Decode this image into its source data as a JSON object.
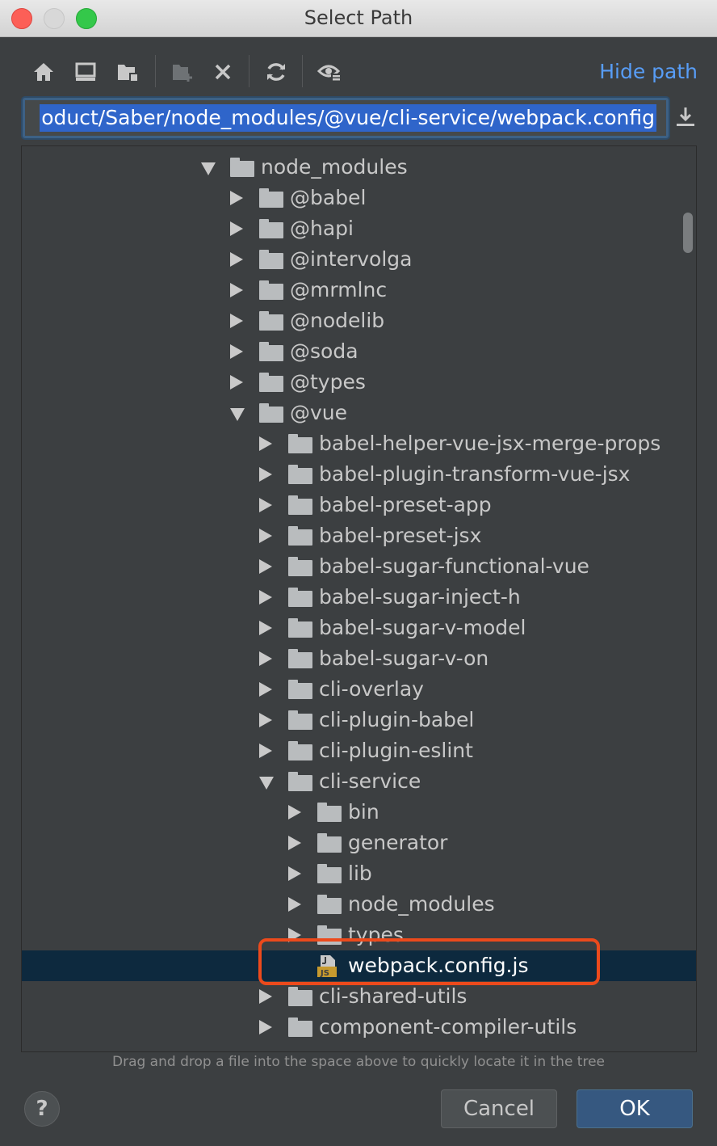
{
  "window": {
    "title": "Select Path"
  },
  "toolbar": {
    "icons": [
      "home-icon",
      "desktop-icon",
      "project-icon",
      "new-folder-icon",
      "delete-icon",
      "refresh-icon",
      "show-hidden-icon"
    ],
    "hide_path_label": "Hide path"
  },
  "path": {
    "value": "oduct/Saber/node_modules/@vue/cli-service/webpack.config"
  },
  "tree": {
    "items": [
      {
        "label": "node_modules",
        "depth": 0,
        "state": "expanded",
        "type": "folder"
      },
      {
        "label": "@babel",
        "depth": 1,
        "state": "collapsed",
        "type": "folder"
      },
      {
        "label": "@hapi",
        "depth": 1,
        "state": "collapsed",
        "type": "folder"
      },
      {
        "label": "@intervolga",
        "depth": 1,
        "state": "collapsed",
        "type": "folder"
      },
      {
        "label": "@mrmlnc",
        "depth": 1,
        "state": "collapsed",
        "type": "folder"
      },
      {
        "label": "@nodelib",
        "depth": 1,
        "state": "collapsed",
        "type": "folder"
      },
      {
        "label": "@soda",
        "depth": 1,
        "state": "collapsed",
        "type": "folder"
      },
      {
        "label": "@types",
        "depth": 1,
        "state": "collapsed",
        "type": "folder"
      },
      {
        "label": "@vue",
        "depth": 1,
        "state": "expanded",
        "type": "folder"
      },
      {
        "label": "babel-helper-vue-jsx-merge-props",
        "depth": 2,
        "state": "collapsed",
        "type": "folder"
      },
      {
        "label": "babel-plugin-transform-vue-jsx",
        "depth": 2,
        "state": "collapsed",
        "type": "folder"
      },
      {
        "label": "babel-preset-app",
        "depth": 2,
        "state": "collapsed",
        "type": "folder"
      },
      {
        "label": "babel-preset-jsx",
        "depth": 2,
        "state": "collapsed",
        "type": "folder"
      },
      {
        "label": "babel-sugar-functional-vue",
        "depth": 2,
        "state": "collapsed",
        "type": "folder"
      },
      {
        "label": "babel-sugar-inject-h",
        "depth": 2,
        "state": "collapsed",
        "type": "folder"
      },
      {
        "label": "babel-sugar-v-model",
        "depth": 2,
        "state": "collapsed",
        "type": "folder"
      },
      {
        "label": "babel-sugar-v-on",
        "depth": 2,
        "state": "collapsed",
        "type": "folder"
      },
      {
        "label": "cli-overlay",
        "depth": 2,
        "state": "collapsed",
        "type": "folder"
      },
      {
        "label": "cli-plugin-babel",
        "depth": 2,
        "state": "collapsed",
        "type": "folder"
      },
      {
        "label": "cli-plugin-eslint",
        "depth": 2,
        "state": "collapsed",
        "type": "folder"
      },
      {
        "label": "cli-service",
        "depth": 2,
        "state": "expanded",
        "type": "folder"
      },
      {
        "label": "bin",
        "depth": 3,
        "state": "collapsed",
        "type": "folder"
      },
      {
        "label": "generator",
        "depth": 3,
        "state": "collapsed",
        "type": "folder"
      },
      {
        "label": "lib",
        "depth": 3,
        "state": "collapsed",
        "type": "folder"
      },
      {
        "label": "node_modules",
        "depth": 3,
        "state": "collapsed",
        "type": "folder"
      },
      {
        "label": "types",
        "depth": 3,
        "state": "collapsed",
        "type": "folder"
      },
      {
        "label": "webpack.config.js",
        "depth": 3,
        "state": "none",
        "type": "js-file",
        "selected": true
      },
      {
        "label": "cli-shared-utils",
        "depth": 2,
        "state": "collapsed",
        "type": "folder"
      },
      {
        "label": "component-compiler-utils",
        "depth": 2,
        "state": "collapsed",
        "type": "folder"
      }
    ]
  },
  "hint": "Drag and drop a file into the space above to quickly locate it in the tree",
  "buttons": {
    "help": "?",
    "cancel": "Cancel",
    "ok": "OK"
  },
  "colors": {
    "accent": "#589df6",
    "selection_bg": "#0d293e",
    "highlight_border": "#ec4a1c",
    "ok_button": "#365880"
  }
}
